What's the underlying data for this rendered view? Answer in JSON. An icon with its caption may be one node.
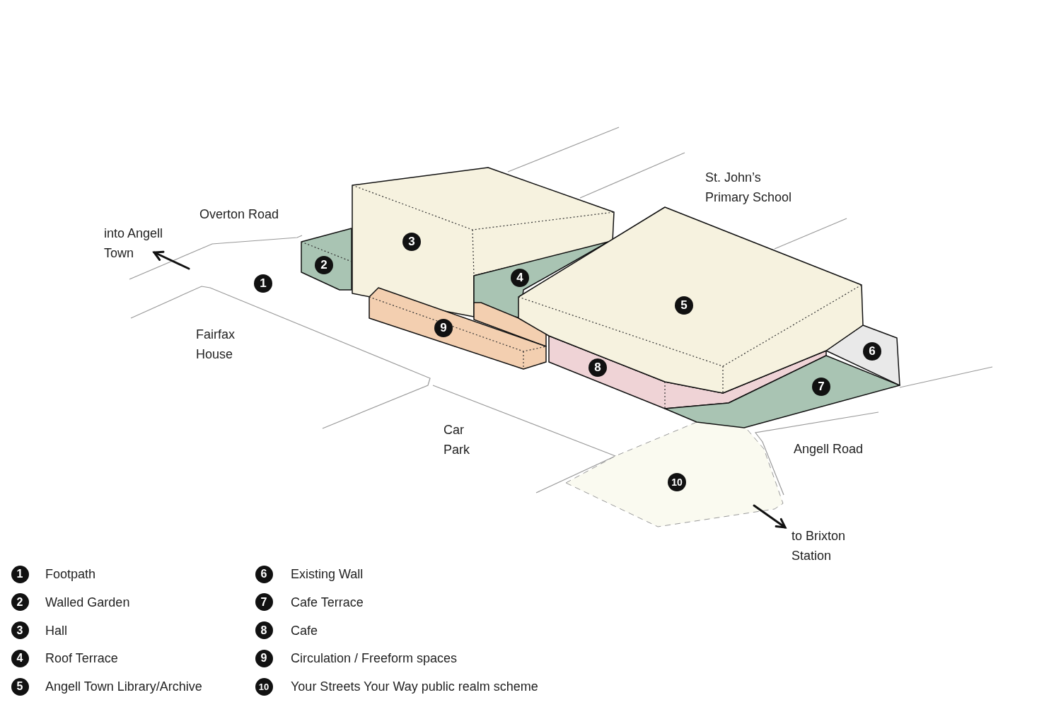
{
  "diagram": {
    "labels": [
      "St. John’s Primary School",
      "Overton Road",
      "into Angell Town",
      "3",
      "2",
      "4",
      "1",
      "5",
      "Fairfax House",
      "9",
      "6",
      "8",
      "7",
      "Car Park",
      "Angell Road",
      "10",
      "to Brixton Station",
      "1",
      "Footpath",
      "6",
      "Existing Wall",
      "2",
      "Walled Garden",
      "7",
      "Cafe Terrace",
      "3",
      "Hall",
      "8",
      "Cafe",
      "4",
      "Roof Terrace",
      "9",
      "Circulation / Freeform spaces",
      "5",
      "Angell Town Library/Archive",
      "10",
      "Your Streets Your Way public realm scheme"
    ]
  }
}
